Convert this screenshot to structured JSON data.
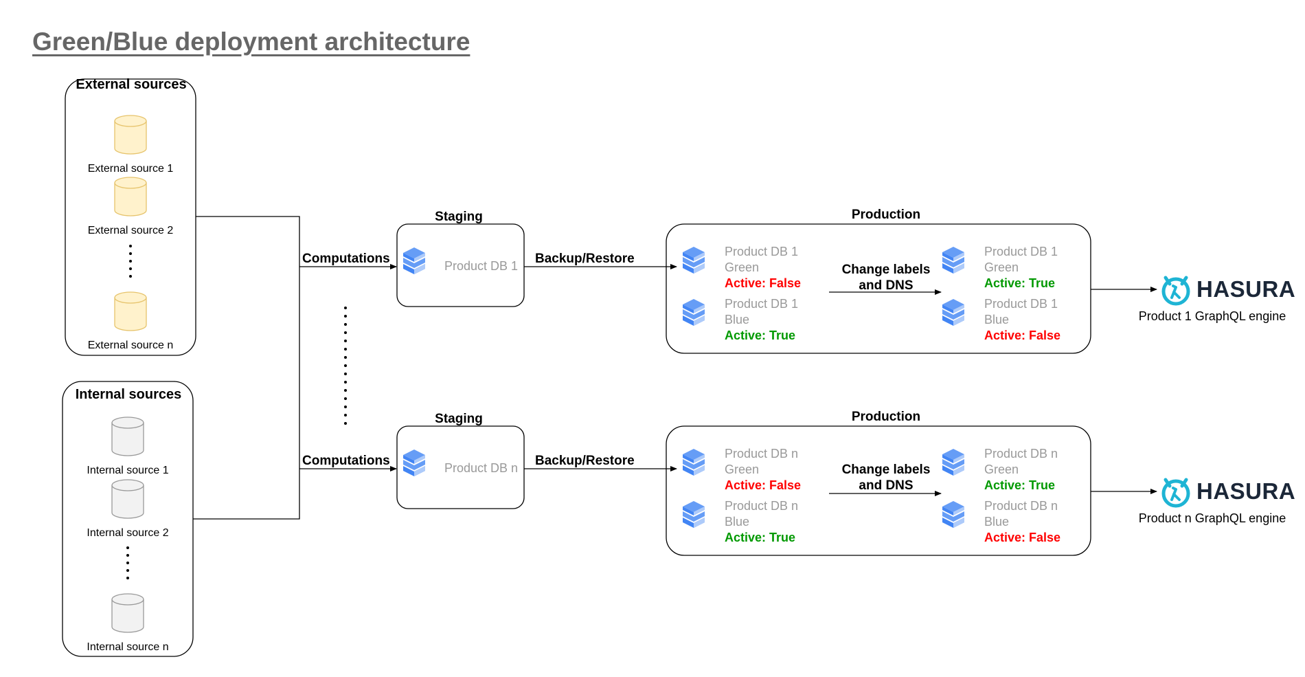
{
  "title": "Green/Blue deployment architecture",
  "external": {
    "title": "External sources",
    "items": [
      "External source 1",
      "External source 2",
      "External source n"
    ]
  },
  "internal": {
    "title": "Internal sources",
    "items": [
      "Internal source 1",
      "Internal source 2",
      "Internal source n"
    ]
  },
  "colors": {
    "external_cylinder": "#fff2cc",
    "external_cylinder_border": "#e6c36b",
    "internal_cylinder": "#f2f2f2",
    "internal_cylinder_border": "#999999",
    "db_icon": "#4a86e8",
    "active_false": "#ff0000",
    "active_true": "#009900",
    "hasura": "#1eb4d4"
  },
  "pipelines": [
    {
      "computations": "Computations",
      "staging_title": "Staging",
      "staging_db": "Product DB 1",
      "backup_label": "Backup/Restore",
      "production_title": "Production",
      "change_label": [
        "Change labels",
        "and DNS"
      ],
      "before": [
        {
          "name": "Product DB 1",
          "color": "Green",
          "active": "Active: False"
        },
        {
          "name": "Product DB 1",
          "color": "Blue",
          "active": "Active: True"
        }
      ],
      "after": [
        {
          "name": "Product DB 1",
          "color": "Green",
          "active": "Active: True"
        },
        {
          "name": "Product DB 1",
          "color": "Blue",
          "active": "Active: False"
        }
      ],
      "brand": "HASURA",
      "engine": "Product 1 GraphQL engine"
    },
    {
      "computations": "Computations",
      "staging_title": "Staging",
      "staging_db": "Product DB n",
      "backup_label": "Backup/Restore",
      "production_title": "Production",
      "change_label": [
        "Change labels",
        "and DNS"
      ],
      "before": [
        {
          "name": "Product DB n",
          "color": "Green",
          "active": "Active: False"
        },
        {
          "name": "Product DB n",
          "color": "Blue",
          "active": "Active: True"
        }
      ],
      "after": [
        {
          "name": "Product DB n",
          "color": "Green",
          "active": "Active: True"
        },
        {
          "name": "Product DB n",
          "color": "Blue",
          "active": "Active: False"
        }
      ],
      "brand": "HASURA",
      "engine": "Product n GraphQL engine"
    }
  ]
}
